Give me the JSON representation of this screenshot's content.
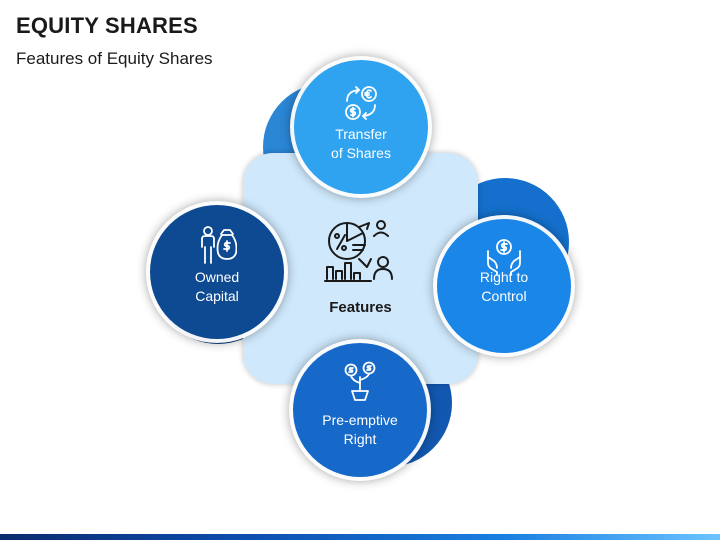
{
  "header": {
    "title": "EQUITY SHARES",
    "subtitle": "Features of Equity Shares"
  },
  "center": {
    "label": "Features",
    "icon": "pie-chart-people-icon",
    "color": "#cfe8fb"
  },
  "features": {
    "top": {
      "line1": "Transfer",
      "line2": "of Shares",
      "icon": "currency-exchange-icon",
      "color": "#2fa3f0",
      "back_color": "#2b86d6"
    },
    "right": {
      "line1": "Right to",
      "line2": "Control",
      "icon": "hands-dollar-icon",
      "color": "#1a86e8",
      "back_color": "#1470cc"
    },
    "bottom": {
      "line1": "Pre-emptive",
      "line2": "Right",
      "icon": "money-plant-icon",
      "color": "#1668c9",
      "back_color": "#1258b0"
    },
    "left": {
      "line1": "Owned",
      "line2": "Capital",
      "icon": "person-money-bag-icon",
      "color": "#0d4a92",
      "back_color": "#0a3d7c"
    }
  }
}
